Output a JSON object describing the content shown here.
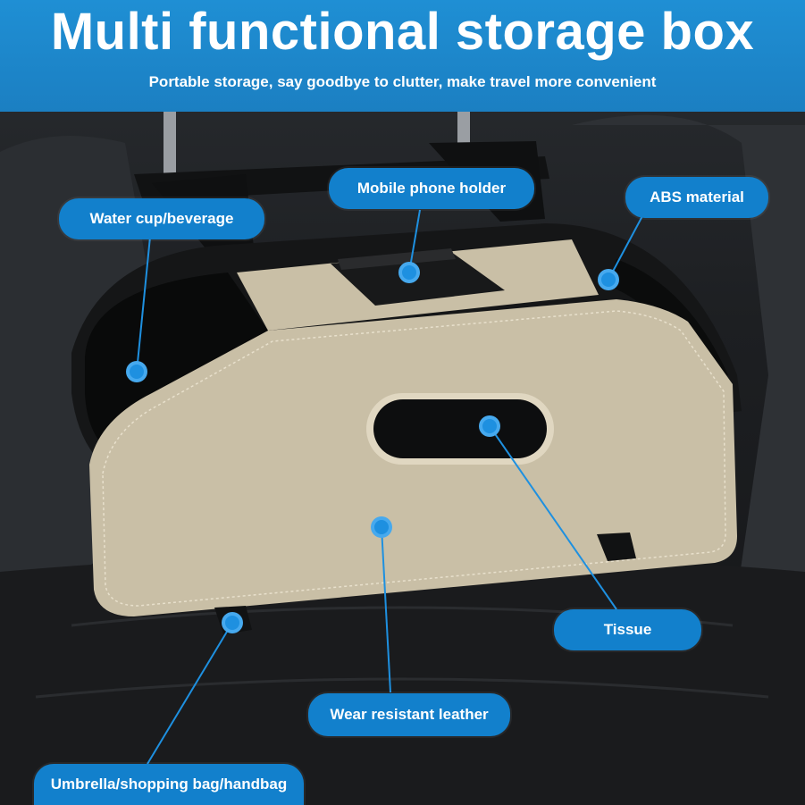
{
  "header": {
    "title": "Multi functional storage box",
    "subtitle": "Portable storage, say goodbye to clutter, make travel more convenient"
  },
  "callouts": {
    "water_cup": "Water cup/beverage",
    "phone_holder": "Mobile phone holder",
    "abs": "ABS material",
    "tissue": "Tissue",
    "leather": "Wear resistant leather",
    "umbrella": "Umbrella/shopping bag/handbag"
  },
  "colors": {
    "header_blue": "#1b86cb",
    "callout_blue": "#1280cc",
    "leather_beige": "#c9bfa6",
    "box_black": "#151617"
  }
}
